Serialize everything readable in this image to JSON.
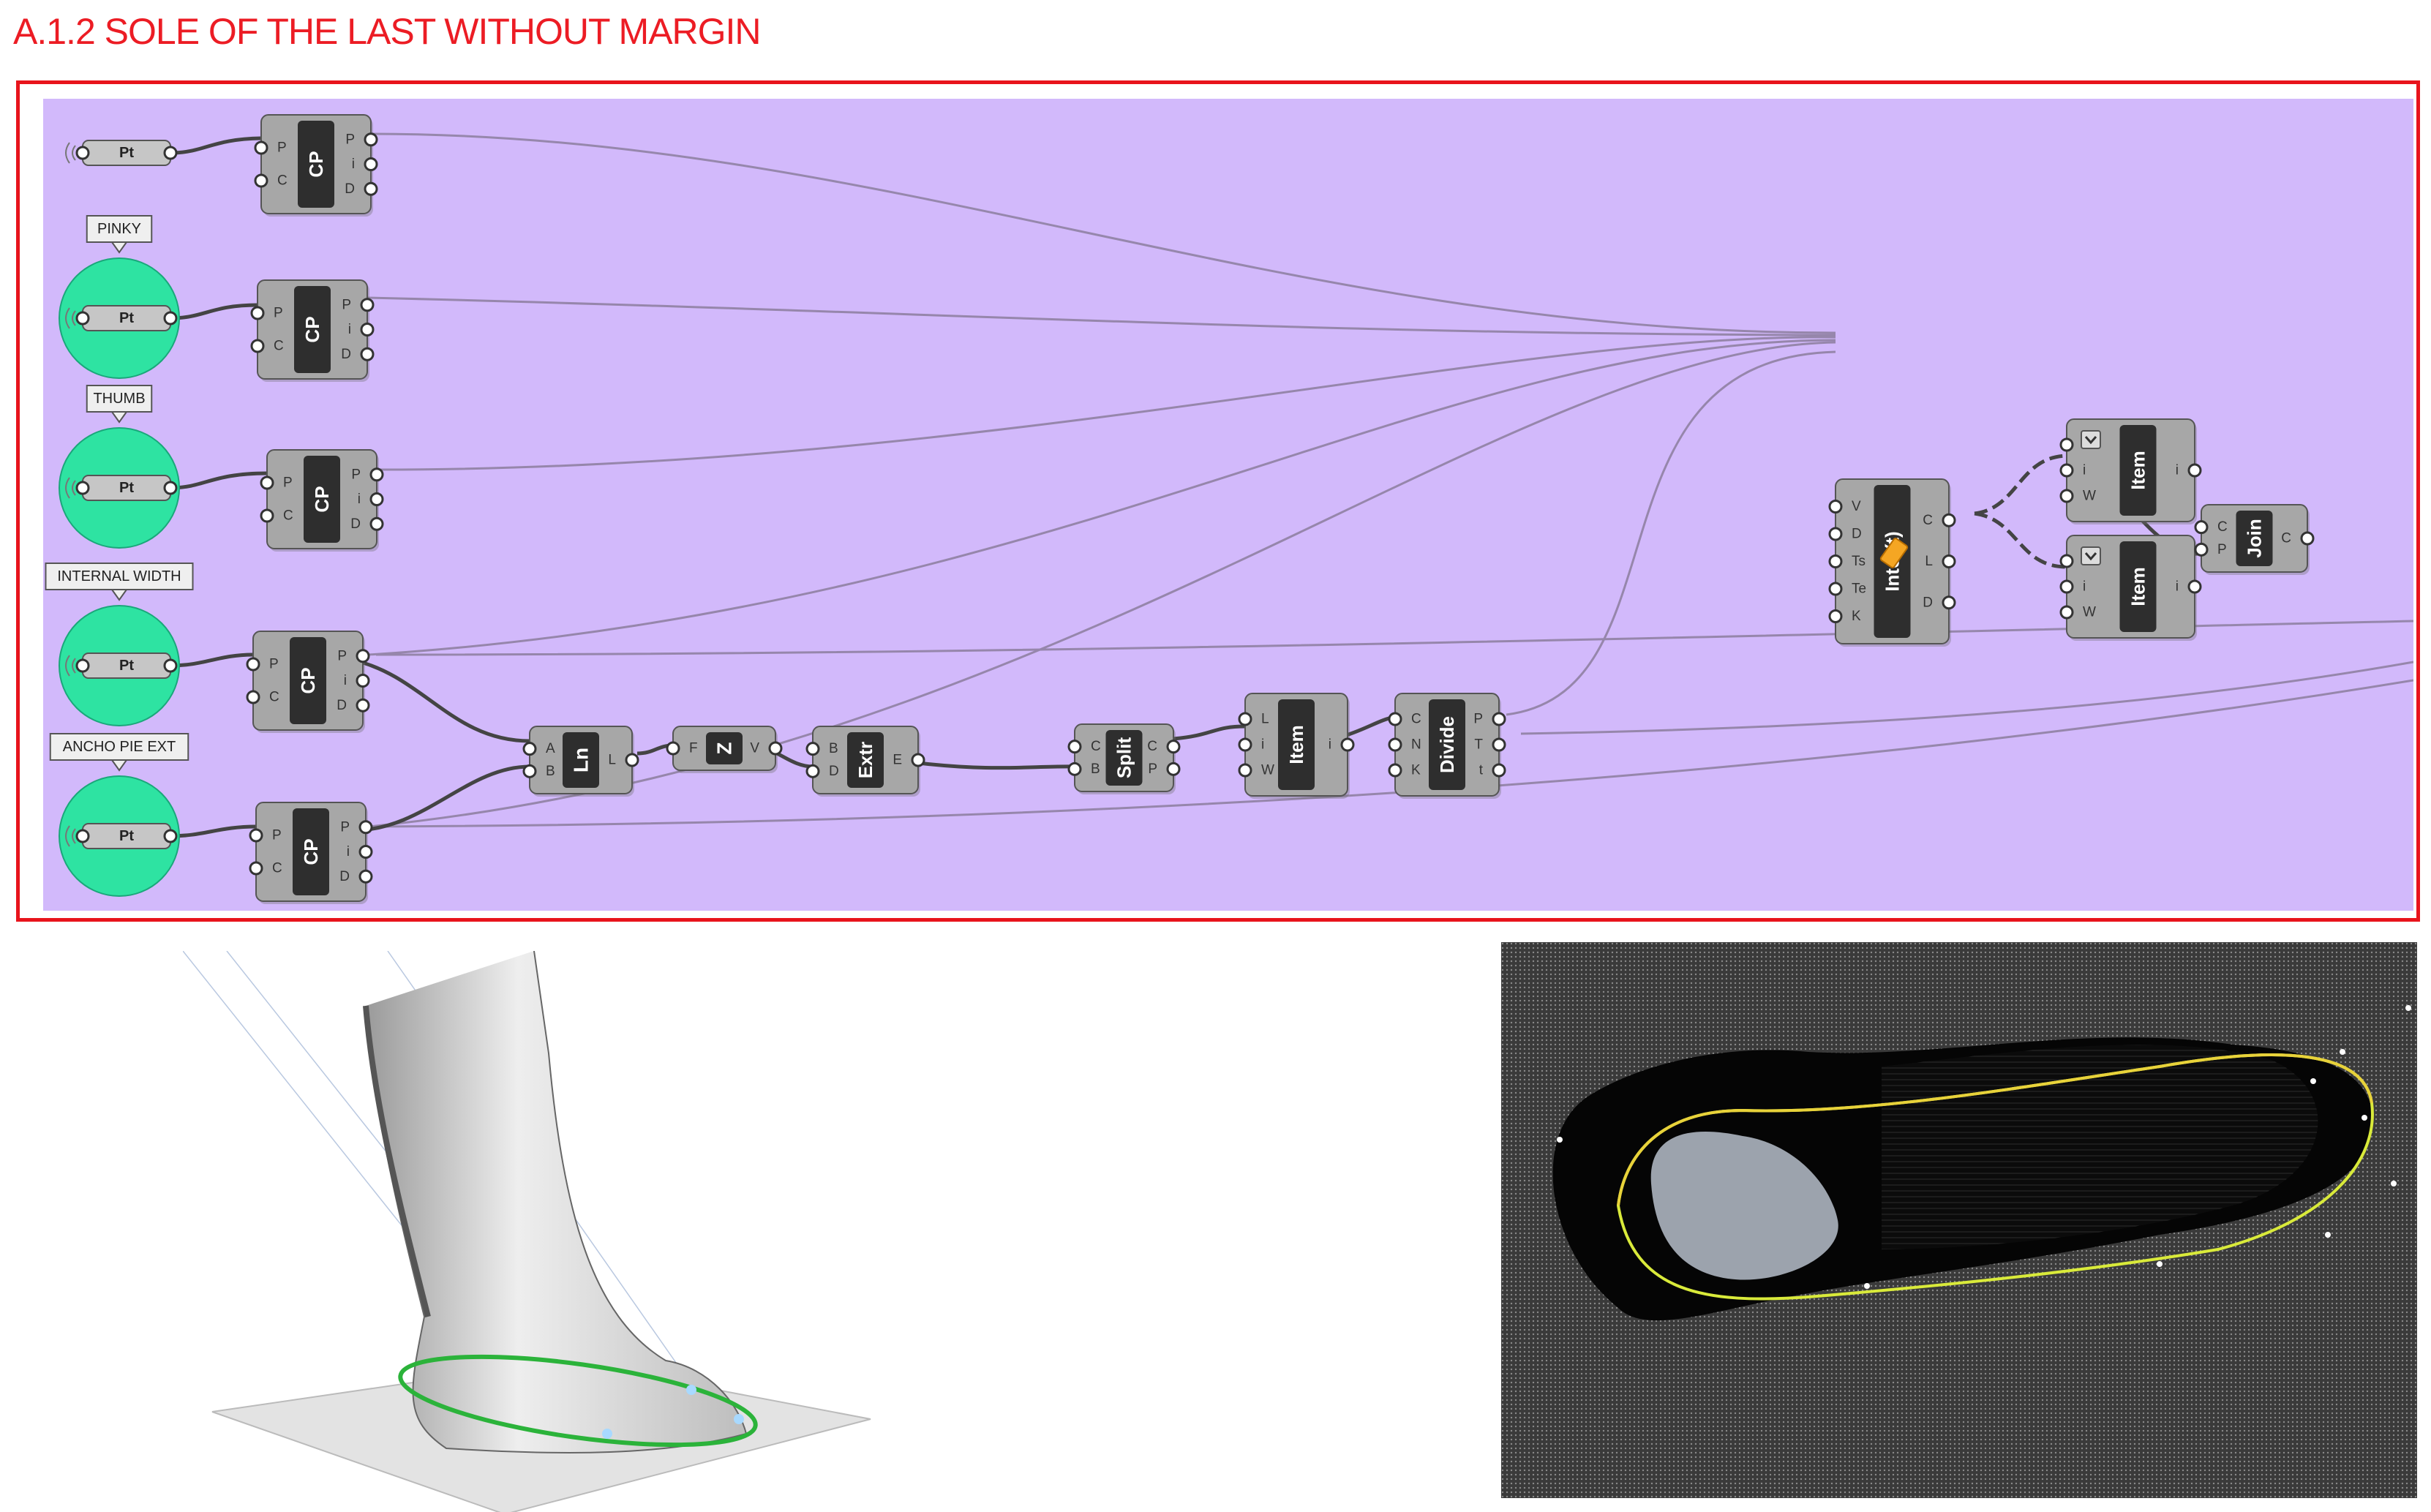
{
  "title": "A.1.2 SOLE OF THE LAST WITHOUT MARGIN",
  "groups": [
    {
      "label": "PINKY"
    },
    {
      "label": "THUMB"
    },
    {
      "label": "INTERNAL WIDTH"
    },
    {
      "label": "ANCHO PIE EXT"
    }
  ],
  "point_param": {
    "label": "Pt"
  },
  "cp": {
    "nick": "CP",
    "inputs": [
      "P",
      "C"
    ],
    "outputs": [
      "P",
      "i",
      "D"
    ]
  },
  "ln": {
    "nick": "Ln",
    "inputs": [
      "A",
      "B"
    ],
    "outputs": [
      "L"
    ]
  },
  "z": {
    "nick": "Z",
    "inputs": [
      "F"
    ],
    "outputs": [
      "V"
    ]
  },
  "extr": {
    "nick": "Extr",
    "inputs": [
      "B",
      "D"
    ],
    "outputs": [
      "E"
    ]
  },
  "split": {
    "nick": "Split",
    "inputs": [
      "C",
      "B"
    ],
    "outputs": [
      "C",
      "P"
    ]
  },
  "item": {
    "nick": "Item",
    "inputs": [
      "L",
      "i",
      "W"
    ],
    "outputs": [
      "i"
    ]
  },
  "divide": {
    "nick": "Divide",
    "inputs": [
      "C",
      "N",
      "K"
    ],
    "outputs": [
      "P",
      "T",
      "t"
    ]
  },
  "interp": {
    "nick": "Inter(t)",
    "inputs": [
      "V",
      "D",
      "Ts",
      "Te",
      "K"
    ],
    "outputs": [
      "C",
      "L",
      "D"
    ]
  },
  "join": {
    "nick": "Join",
    "inputs": [
      "C",
      "P"
    ],
    "outputs": [
      "C"
    ]
  },
  "colors": {
    "title_red": "#ec1c24",
    "frame_red": "#e8141c",
    "canvas": "#d2b9fb",
    "component": "#a7a7a7",
    "component_body": "#2e2e2e",
    "group_circle": "#2ee3a2",
    "curve_green": "#2bb33a",
    "curve_yellow": "#f2e23c"
  }
}
